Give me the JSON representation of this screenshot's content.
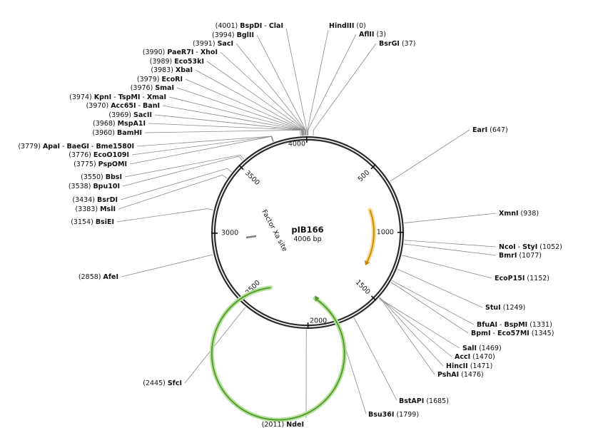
{
  "plasmid": {
    "name": "pIB166",
    "size_label": "4006 bp",
    "length": 4006
  },
  "ticks": [
    {
      "pos": 500,
      "label": "500"
    },
    {
      "pos": 1000,
      "label": "1000"
    },
    {
      "pos": 1500,
      "label": "1500"
    },
    {
      "pos": 2000,
      "label": "2000"
    },
    {
      "pos": 2500,
      "label": "2500"
    },
    {
      "pos": 3000,
      "label": "3000"
    },
    {
      "pos": 3500,
      "label": "3500"
    },
    {
      "pos": 4000,
      "label": "4000"
    }
  ],
  "features": [
    {
      "name": "Factor Xa site",
      "type": "site",
      "start": 2990,
      "end": 3001,
      "color": "#7f7f7f"
    },
    {
      "name": "",
      "type": "arrow",
      "start": 780,
      "end": 1290,
      "direction": "cw",
      "color": "#c8860a",
      "glow": "#f6d98a"
    },
    {
      "name": "",
      "type": "arrow",
      "start": 2380,
      "end": 1930,
      "direction": "cw",
      "color": "#4e9a2a",
      "glow": "#b6e09a"
    }
  ],
  "sites": [
    {
      "pos": 4001,
      "text": "(4001)",
      "enzymes": [
        "BspDI",
        "ClaI"
      ]
    },
    {
      "pos": 3994,
      "text": "(3994)",
      "enzymes": [
        "BglII"
      ]
    },
    {
      "pos": 3991,
      "text": "(3991)",
      "enzymes": [
        "SacI"
      ]
    },
    {
      "pos": 3990,
      "text": "(3990)",
      "enzymes": [
        "PaeR7I",
        "XhoI"
      ]
    },
    {
      "pos": 3989,
      "text": "(3989)",
      "enzymes": [
        "Eco53kI"
      ]
    },
    {
      "pos": 3983,
      "text": "(3983)",
      "enzymes": [
        "XbaI"
      ]
    },
    {
      "pos": 3979,
      "text": "(3979)",
      "enzymes": [
        "EcoRI"
      ]
    },
    {
      "pos": 3976,
      "text": "(3976)",
      "enzymes": [
        "SmaI"
      ]
    },
    {
      "pos": 3974,
      "text": "(3974)",
      "enzymes": [
        "KpnI",
        "TspMI",
        "XmaI"
      ]
    },
    {
      "pos": 3970,
      "text": "(3970)",
      "enzymes": [
        "Acc65I",
        "BanI"
      ]
    },
    {
      "pos": 3969,
      "text": "(3969)",
      "enzymes": [
        "SacII"
      ]
    },
    {
      "pos": 3968,
      "text": "(3968)",
      "enzymes": [
        "MspA1I"
      ]
    },
    {
      "pos": 3960,
      "text": "(3960)",
      "enzymes": [
        "BamHI"
      ]
    },
    {
      "pos": 3779,
      "text": "(3779)",
      "enzymes": [
        "ApaI",
        "BaeGI",
        "Bme1580I"
      ]
    },
    {
      "pos": 3776,
      "text": "(3776)",
      "enzymes": [
        "EcoO109I"
      ]
    },
    {
      "pos": 3775,
      "text": "(3775)",
      "enzymes": [
        "PspOMI"
      ]
    },
    {
      "pos": 3550,
      "text": "(3550)",
      "enzymes": [
        "BbsI"
      ]
    },
    {
      "pos": 3538,
      "text": "(3538)",
      "enzymes": [
        "Bpu10I"
      ]
    },
    {
      "pos": 3434,
      "text": "(3434)",
      "enzymes": [
        "BsrDI"
      ]
    },
    {
      "pos": 3383,
      "text": "(3383)",
      "enzymes": [
        "MslI"
      ]
    },
    {
      "pos": 3154,
      "text": "(3154)",
      "enzymes": [
        "BsiEI"
      ]
    },
    {
      "pos": 2858,
      "text": "(2858)",
      "enzymes": [
        "AfeI"
      ]
    },
    {
      "pos": 2445,
      "text": "(2445)",
      "enzymes": [
        "SfcI"
      ]
    },
    {
      "pos": 2011,
      "text": "(2011)",
      "enzymes": [
        "NdeI"
      ]
    },
    {
      "pos": 0,
      "text": "(0)",
      "enzymes": [
        "HindIII"
      ]
    },
    {
      "pos": 3,
      "text": "(3)",
      "enzymes": [
        "AflII"
      ]
    },
    {
      "pos": 37,
      "text": "(37)",
      "enzymes": [
        "BsrGI"
      ]
    },
    {
      "pos": 647,
      "text": "(647)",
      "enzymes": [
        "EarI"
      ]
    },
    {
      "pos": 938,
      "text": "(938)",
      "enzymes": [
        "XmnI"
      ]
    },
    {
      "pos": 1052,
      "text": "(1052)",
      "enzymes": [
        "NcoI",
        "StyI"
      ]
    },
    {
      "pos": 1077,
      "text": "(1077)",
      "enzymes": [
        "BmrI"
      ]
    },
    {
      "pos": 1152,
      "text": "(1152)",
      "enzymes": [
        "EcoP15I"
      ]
    },
    {
      "pos": 1249,
      "text": "(1249)",
      "enzymes": [
        "StuI"
      ]
    },
    {
      "pos": 1331,
      "text": "(1331)",
      "enzymes": [
        "BfuAI",
        "BspMI"
      ]
    },
    {
      "pos": 1345,
      "text": "(1345)",
      "enzymes": [
        "BpmI",
        "Eco57MI"
      ]
    },
    {
      "pos": 1469,
      "text": "(1469)",
      "enzymes": [
        "SalI"
      ]
    },
    {
      "pos": 1470,
      "text": "(1470)",
      "enzymes": [
        "AccI"
      ]
    },
    {
      "pos": 1471,
      "text": "(1471)",
      "enzymes": [
        "HincII"
      ]
    },
    {
      "pos": 1476,
      "text": "(1476)",
      "enzymes": [
        "PshAI"
      ]
    },
    {
      "pos": 1685,
      "text": "(1685)",
      "enzymes": [
        "BstAPI"
      ]
    },
    {
      "pos": 1799,
      "text": "(1799)",
      "enzymes": [
        "Bsu36I"
      ]
    }
  ]
}
